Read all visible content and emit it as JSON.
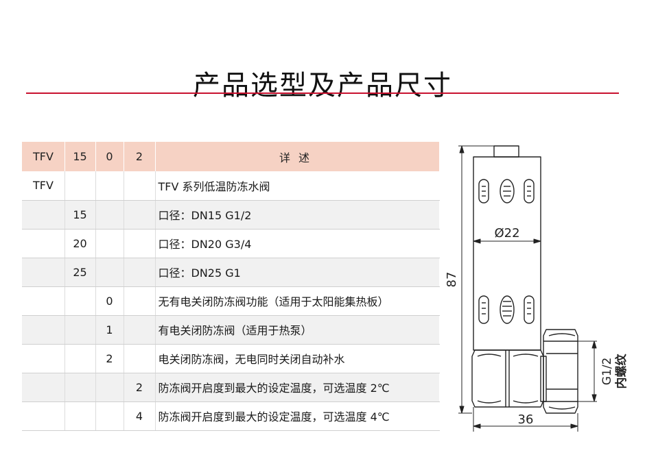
{
  "page": {
    "title": "产品选型及产品尺寸"
  },
  "table": {
    "headers": [
      "TFV",
      "15",
      "0",
      "2",
      "详述"
    ],
    "rows": [
      {
        "c1": "TFV",
        "c2": "",
        "c3": "",
        "c4": "",
        "desc": "TFV 系列低温防冻水阀"
      },
      {
        "c1": "",
        "c2": "15",
        "c3": "",
        "c4": "",
        "desc": "口径：DN15   G1/2"
      },
      {
        "c1": "",
        "c2": "20",
        "c3": "",
        "c4": "",
        "desc": "口径：DN20   G3/4"
      },
      {
        "c1": "",
        "c2": "25",
        "c3": "",
        "c4": "",
        "desc": "口径：DN25   G1"
      },
      {
        "c1": "",
        "c2": "",
        "c3": "0",
        "c4": "",
        "desc": "无有电关闭防冻阀功能（适用于太阳能集热板）"
      },
      {
        "c1": "",
        "c2": "",
        "c3": "1",
        "c4": "",
        "desc": "有电关闭防冻阀（适用于热泵）"
      },
      {
        "c1": "",
        "c2": "",
        "c3": "2",
        "c4": "",
        "desc": "电关闭防冻阀，无电同时关闭自动补水"
      },
      {
        "c1": "",
        "c2": "",
        "c3": "",
        "c4": "2",
        "desc": "防冻阀开启度到最大的设定温度，可选温度 2℃"
      },
      {
        "c1": "",
        "c2": "",
        "c3": "",
        "c4": "4",
        "desc": "防冻阀开启度到最大的设定温度，可选温度 4℃"
      }
    ],
    "colors": {
      "header_bg": "#f6d2c4",
      "shaded_row_bg": "#f1f1f1",
      "rule": "#c8102e"
    }
  },
  "drawing": {
    "height_label": "87",
    "diameter_label": "Ø22",
    "width_label": "36",
    "thread_label": "G1/2",
    "thread_note": "内螺纹"
  }
}
